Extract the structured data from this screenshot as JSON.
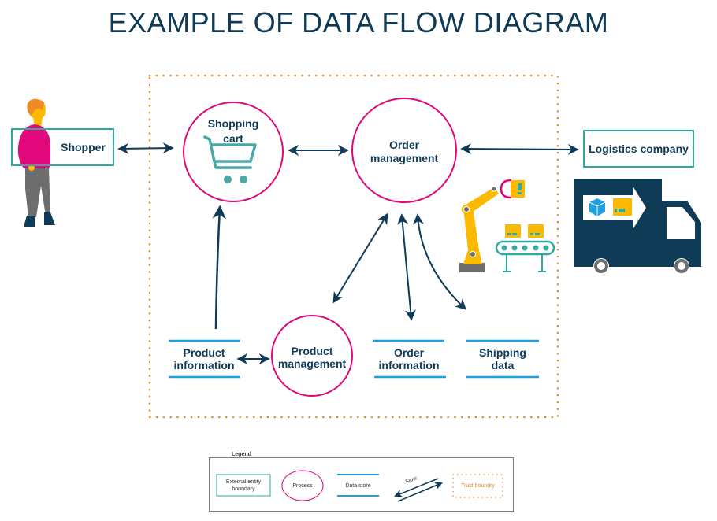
{
  "title": "EXAMPLE OF DATA FLOW DIAGRAM",
  "colors": {
    "navy": "#0f3b57",
    "teal": "#2fa9a1",
    "magenta": "#e0087a",
    "blue_store": "#1fa0e0",
    "orange_boundary": "#f08a24",
    "yellow": "#fbb900",
    "gray": "#6e6e6e"
  },
  "external_entities": [
    {
      "id": "shopper",
      "label": "Shopper"
    },
    {
      "id": "logistics",
      "label": "Logistics company"
    }
  ],
  "processes": [
    {
      "id": "shopping-cart",
      "label_line1": "Shopping",
      "label_line2": "cart"
    },
    {
      "id": "order-management",
      "label_line1": "Order",
      "label_line2": "management"
    },
    {
      "id": "product-management",
      "label_line1": "Product",
      "label_line2": "management"
    }
  ],
  "data_stores": [
    {
      "id": "product-information",
      "label_line1": "Product",
      "label_line2": "information"
    },
    {
      "id": "order-information",
      "label_line1": "Order",
      "label_line2": "information"
    },
    {
      "id": "shipping-data",
      "label_line1": "Shipping",
      "label_line2": "data"
    }
  ],
  "flows": [
    {
      "from": "Shopper",
      "to": "Shopping cart",
      "direction": "bidirectional"
    },
    {
      "from": "Shopping cart",
      "to": "Order management",
      "direction": "bidirectional"
    },
    {
      "from": "Order management",
      "to": "Logistics company",
      "direction": "bidirectional"
    },
    {
      "from": "Product information",
      "to": "Shopping cart",
      "direction": "one-way"
    },
    {
      "from": "Product information",
      "to": "Product management",
      "direction": "bidirectional"
    },
    {
      "from": "Order management",
      "to": "Product management",
      "direction": "bidirectional"
    },
    {
      "from": "Order management",
      "to": "Order information",
      "direction": "bidirectional"
    },
    {
      "from": "Order management",
      "to": "Shipping data",
      "direction": "bidirectional"
    }
  ],
  "legend": {
    "title": "Legend",
    "external_entity_line1": "External entity",
    "external_entity_line2": "boundary",
    "process": "Process",
    "data_store": "Data store",
    "flow": "Flow",
    "trust_boundary": "Trust boundry"
  }
}
